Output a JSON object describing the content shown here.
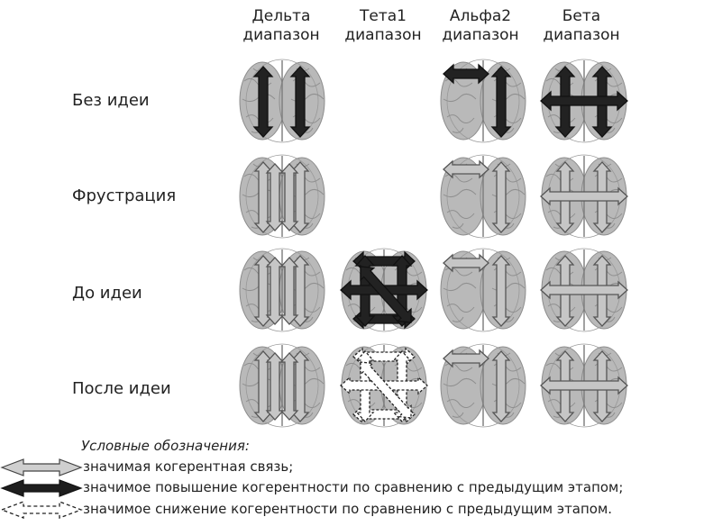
{
  "columns": [
    {
      "line1": "Дельта",
      "line2": "диапазон"
    },
    {
      "line1": "Тета1",
      "line2": "диапазон"
    },
    {
      "line1": "Альфа2",
      "line2": "диапазон"
    },
    {
      "line1": "Бета",
      "line2": "диапазон"
    }
  ],
  "rows": [
    {
      "label": "Без идеи"
    },
    {
      "label": "Фрустрация"
    },
    {
      "label": "До идеи"
    },
    {
      "label": "После идеи"
    }
  ],
  "legend": {
    "title": "Условные обозначения:",
    "items": [
      {
        "text": "значимая когерентная связь;"
      },
      {
        "text": "значимое повышение когерентности по сравнению с предыдущим этапом;"
      },
      {
        "text": "значимое снижение когерентности по сравнению с предыдущим этапом."
      }
    ]
  },
  "colors": {
    "significant": "#c4c4c4",
    "increase": "#222222",
    "decrease": "#ffffff",
    "brain": "#b9b9b9"
  }
}
